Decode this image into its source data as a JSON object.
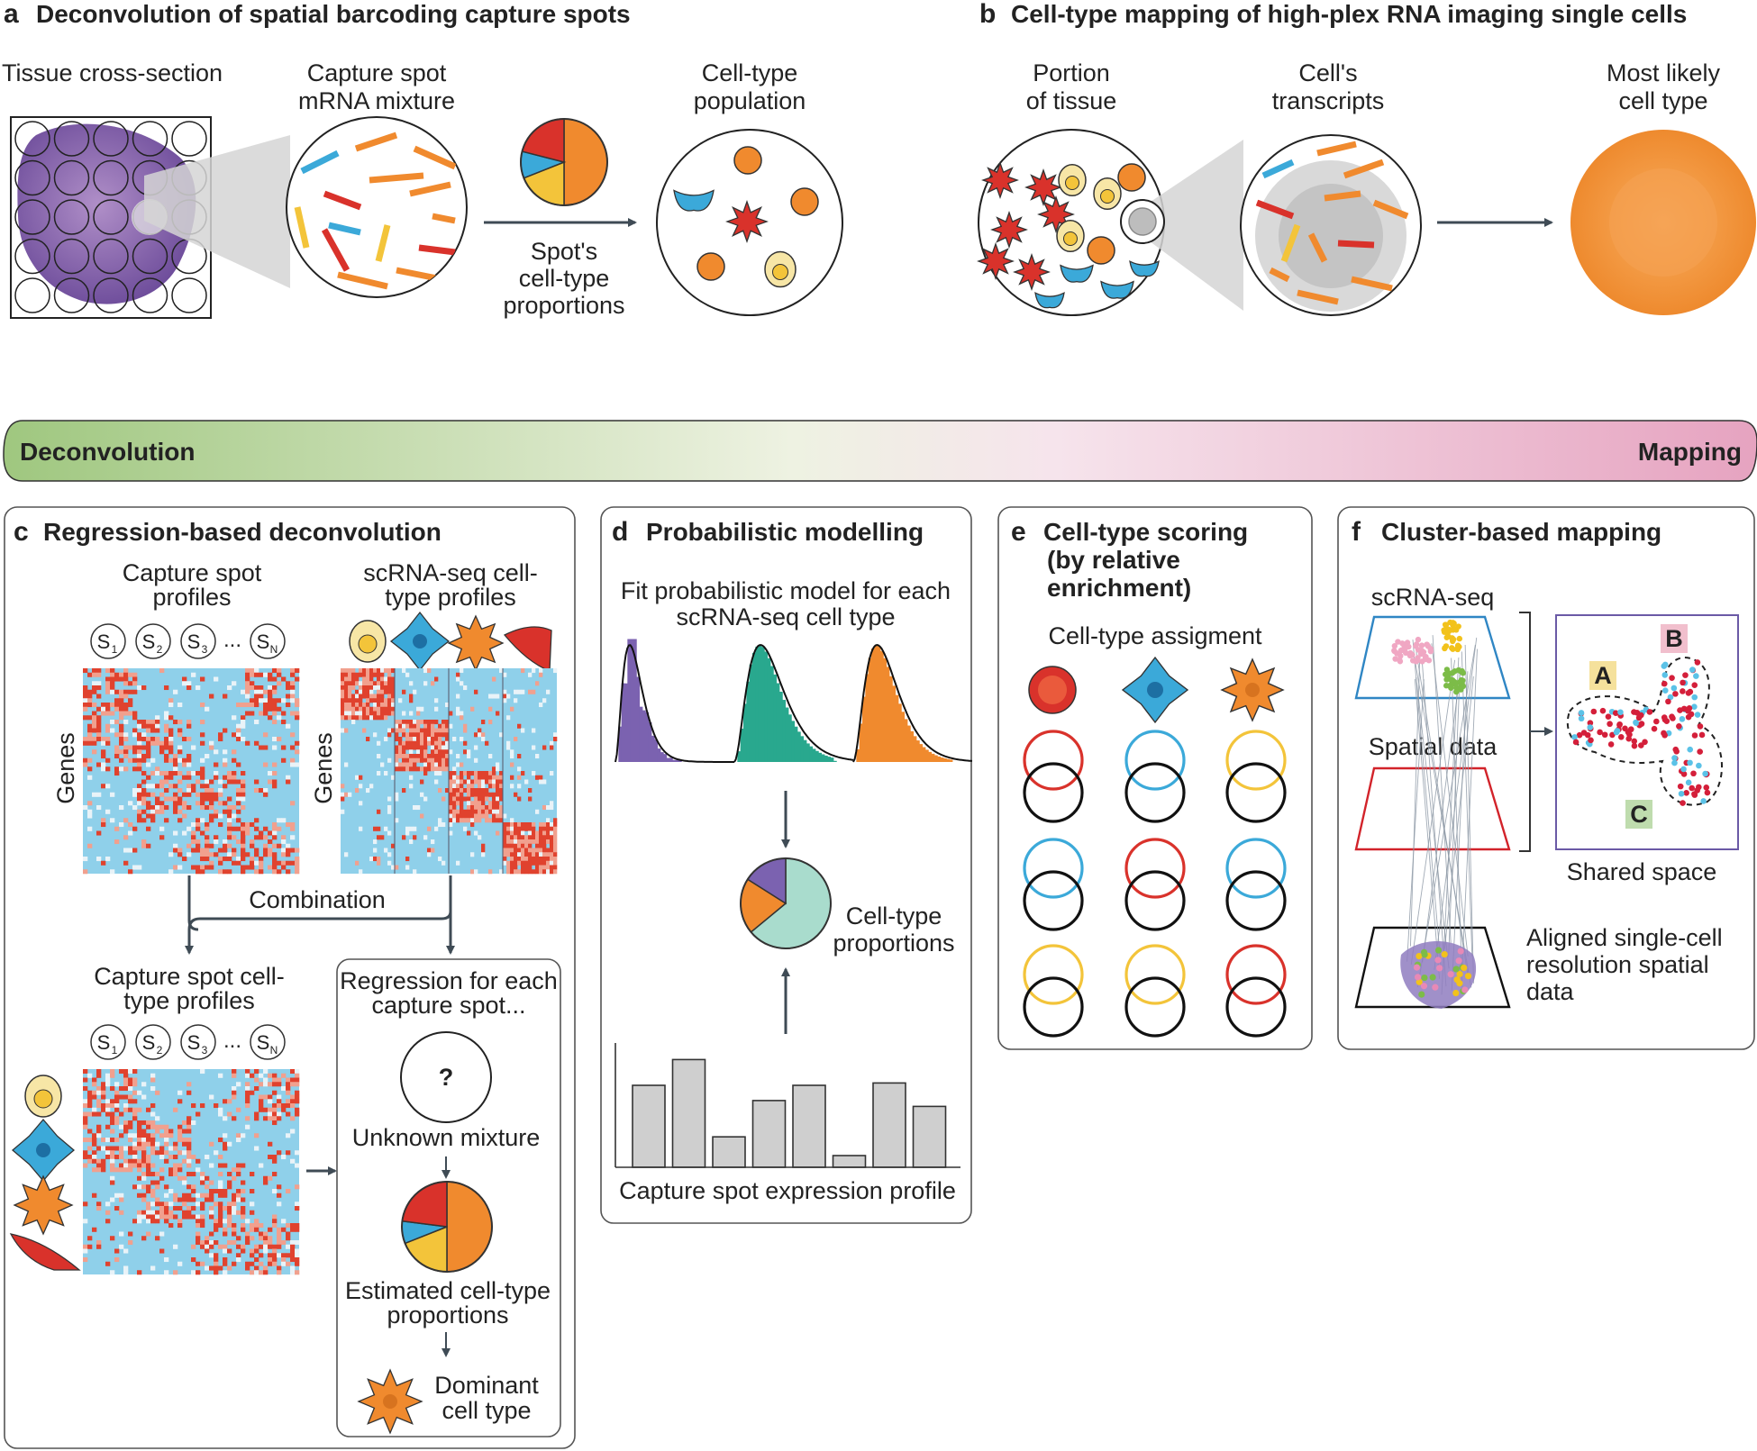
{
  "panels": {
    "a": {
      "letter": "a",
      "title": "Deconvolution of spatial barcoding capture spots",
      "tissue_label": "Tissue cross-section",
      "mixture_label": [
        "Capture spot",
        "mRNA mixture"
      ],
      "population_label": [
        "Cell-type",
        "population"
      ],
      "proportions_label": [
        "Spot's",
        "cell-type",
        "proportions"
      ]
    },
    "b": {
      "letter": "b",
      "title": "Cell-type mapping of high-plex RNA imaging single cells",
      "portion_label": [
        "Portion",
        "of tissue"
      ],
      "transcripts_label": [
        "Cell's",
        "transcripts"
      ],
      "likely_label": [
        "Most likely",
        "cell type"
      ]
    },
    "gradient": {
      "left": "Deconvolution",
      "right": "Mapping"
    },
    "c": {
      "letter": "c",
      "title": "Regression-based deconvolution",
      "spot_profiles": [
        "Capture spot",
        "profiles"
      ],
      "scrna_profiles": [
        "scRNA-seq cell-",
        "type profiles"
      ],
      "spots": [
        "S",
        "S",
        "S",
        "S"
      ],
      "spot_subs": [
        "1",
        "2",
        "3",
        "N"
      ],
      "ellipsis": "...",
      "genes": "Genes",
      "combination": "Combination",
      "celltype_profiles": [
        "Capture spot cell-",
        "type profiles"
      ],
      "regression": [
        "Regression for each",
        "capture spot..."
      ],
      "question": "?",
      "unknown": "Unknown mixture",
      "estimated": [
        "Estimated cell-type",
        "proportions"
      ],
      "dominant": [
        "Dominant",
        "cell type"
      ]
    },
    "d": {
      "letter": "d",
      "title": "Probabilistic modelling",
      "fit": [
        "Fit probabilistic model for each",
        "scRNA-seq cell type"
      ],
      "proportions": [
        "Cell-type",
        "proportions"
      ],
      "expression": "Capture spot expression profile"
    },
    "e": {
      "letter": "e",
      "title": [
        "Cell-type scoring",
        "(by relative",
        "enrichment)"
      ],
      "assignment": "Cell-type assigment"
    },
    "f": {
      "letter": "f",
      "title": "Cluster-based mapping",
      "scrna": "scRNA-seq",
      "spatial": "Spatial data",
      "shared": "Shared space",
      "aligned": [
        "Aligned single-cell",
        "resolution spatial",
        "data"
      ],
      "clusters": [
        "A",
        "B",
        "C"
      ]
    }
  },
  "chart_data": {
    "type": "bar",
    "title": "",
    "xlabel": "Capture spot expression profile",
    "ylabel": "",
    "values": [
      0.7,
      0.92,
      0.26,
      0.57,
      0.7,
      0.1,
      0.72,
      0.52
    ]
  },
  "colors": {
    "orange": "#f08a2e",
    "red": "#d9322b",
    "blue": "#3ba9d9",
    "yellow": "#f3c43a",
    "heat_blue": "#8fd0ea",
    "heat_red": "#e0422e",
    "purple": "#7b62b0",
    "teal": "#29a88e",
    "green_grad": "#9fc77f",
    "pink_grad": "#e6a3c0"
  }
}
